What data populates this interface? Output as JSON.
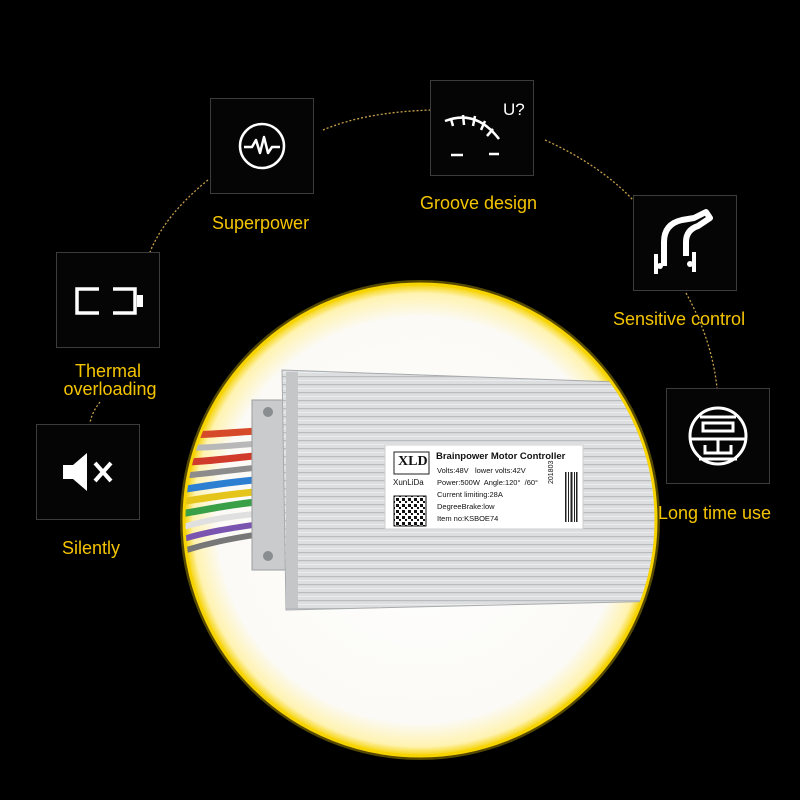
{
  "features": [
    {
      "id": "superpower",
      "label": "Superpower",
      "icon": "pulse-icon"
    },
    {
      "id": "groove-design",
      "label": "Groove design",
      "icon": "gauge-icon",
      "icon_text": "U?"
    },
    {
      "id": "sensitive-control",
      "label": "Sensitive control",
      "icon": "brake-lever-icon"
    },
    {
      "id": "long-time-use",
      "label": "Long time use",
      "icon": "endless-knot-icon"
    },
    {
      "id": "thermal-overloading",
      "label_line1": "Thermal",
      "label_line2": "overloading",
      "icon": "battery-icon"
    },
    {
      "id": "silently",
      "label": "Silently",
      "icon": "mute-speaker-icon"
    }
  ],
  "product": {
    "brand_logo": "XLD",
    "brand_name": "XunLiDa",
    "title": "Brainpower Motor Controller",
    "specs": [
      "Volts:48V   lower volts:42V",
      "Power:500W  Angle:120°  /60°",
      "Current limiting:28A",
      "DegreeBrake:low",
      "Item no:KSBOE74"
    ],
    "serial": "201803"
  },
  "colors": {
    "background": "#000000",
    "accent": "#f5c400",
    "arc": "#c8a04a",
    "box_border": "#3c3c3c",
    "controller": "#d9dbdc"
  }
}
